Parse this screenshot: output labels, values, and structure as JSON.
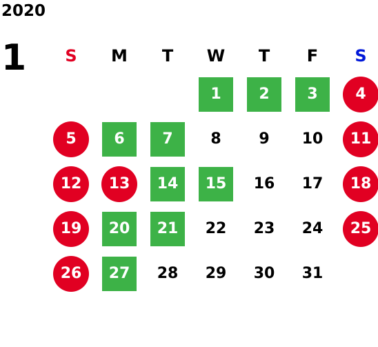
{
  "year": "2020",
  "month": "1",
  "weekdays": [
    "S",
    "M",
    "T",
    "W",
    "T",
    "F",
    "S"
  ],
  "colors": {
    "green": "#3db247",
    "red": "#e10022",
    "sunday": "#e10022",
    "saturday": "#0018d9"
  },
  "weeks": [
    [
      null,
      null,
      null,
      {
        "d": "1",
        "style": "green"
      },
      {
        "d": "2",
        "style": "green"
      },
      {
        "d": "3",
        "style": "green"
      },
      {
        "d": "4",
        "style": "red"
      }
    ],
    [
      {
        "d": "5",
        "style": "red"
      },
      {
        "d": "6",
        "style": "green"
      },
      {
        "d": "7",
        "style": "green"
      },
      {
        "d": "8",
        "style": "plain"
      },
      {
        "d": "9",
        "style": "plain"
      },
      {
        "d": "10",
        "style": "plain"
      },
      {
        "d": "11",
        "style": "red"
      }
    ],
    [
      {
        "d": "12",
        "style": "red"
      },
      {
        "d": "13",
        "style": "red"
      },
      {
        "d": "14",
        "style": "green"
      },
      {
        "d": "15",
        "style": "green"
      },
      {
        "d": "16",
        "style": "plain"
      },
      {
        "d": "17",
        "style": "plain"
      },
      {
        "d": "18",
        "style": "red"
      }
    ],
    [
      {
        "d": "19",
        "style": "red"
      },
      {
        "d": "20",
        "style": "green"
      },
      {
        "d": "21",
        "style": "green"
      },
      {
        "d": "22",
        "style": "plain"
      },
      {
        "d": "23",
        "style": "plain"
      },
      {
        "d": "24",
        "style": "plain"
      },
      {
        "d": "25",
        "style": "red"
      }
    ],
    [
      {
        "d": "26",
        "style": "red"
      },
      {
        "d": "27",
        "style": "green"
      },
      {
        "d": "28",
        "style": "plain"
      },
      {
        "d": "29",
        "style": "plain"
      },
      {
        "d": "30",
        "style": "plain"
      },
      {
        "d": "31",
        "style": "plain"
      },
      null
    ]
  ]
}
